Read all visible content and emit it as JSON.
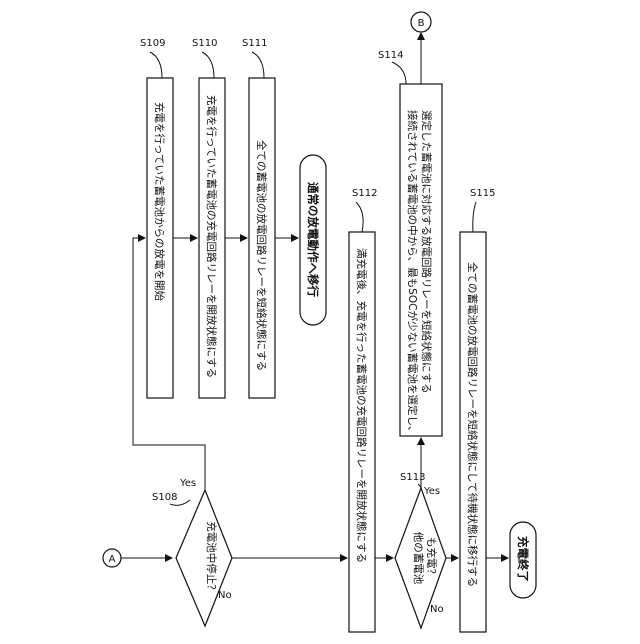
{
  "steps": {
    "s108": {
      "id": "S108",
      "text": "充電池中停止？"
    },
    "s109": {
      "id": "S109",
      "text": "充電を行っていた蓄電池からの放電を開始"
    },
    "s110": {
      "id": "S110",
      "text": "充電を行っていた蓄電池の充電回路リレーを開放状態にする"
    },
    "s111": {
      "id": "S111",
      "text": "全ての蓄電池の放電回路リレーを短絡状態にする"
    },
    "normal": {
      "text": "通常の放電動作へ移行"
    },
    "s112": {
      "id": "S112",
      "text": "満充電後、充電を行った蓄電池の充電回路リレーを開放状態にする"
    },
    "s113": {
      "id": "S113",
      "text_line1": "他の蓄電池",
      "text_line2": "も充電？"
    },
    "s114": {
      "id": "S114",
      "text_line1": "接続されている蓄電池の中から、最もSOCが少ない蓄電池を選定し、",
      "text_line2": "選定した蓄電池に対応する放電回路リレーを短絡状態にする"
    },
    "s115": {
      "id": "S115",
      "text": "全ての蓄電池の放電回路リレーを短絡状態にして待機状態に移行する"
    },
    "end": {
      "text": "充電終了"
    }
  },
  "connectors": {
    "a": "A",
    "b": "B"
  },
  "branch_labels": {
    "yes": "Yes",
    "no": "No"
  }
}
